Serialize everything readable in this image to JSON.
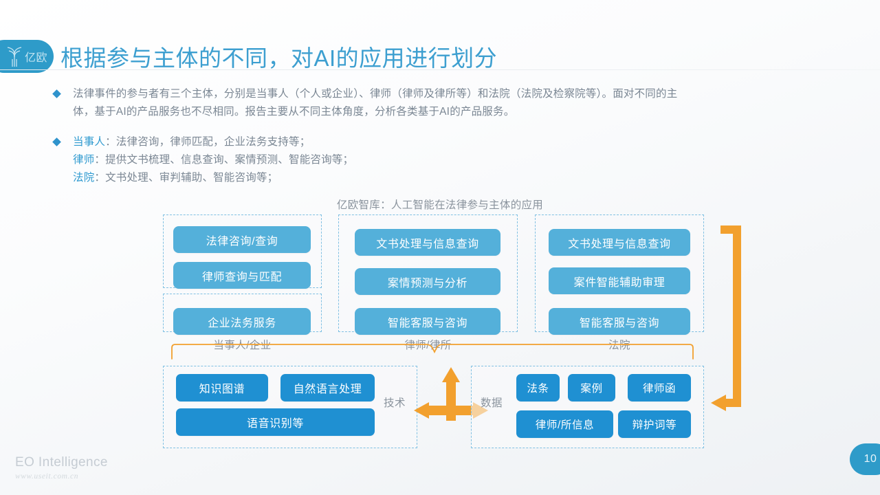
{
  "brand": {
    "logo_word": "亿欧",
    "logo_icon": "yiou-tree-logo-icon",
    "footer_title": "EO Intelligence",
    "footer_url": "www.useit.com.cn"
  },
  "header": {
    "title": "根据参与主体的不同，对AI的应用进行划分"
  },
  "page": {
    "number": "10"
  },
  "bullets": [
    {
      "icon": "diamond-bullet-icon",
      "line1": "法律事件的参与者有三个主体，分别是当事人（个人或企业）、律师（律师及律所等）和法院（法院及检察院等）。面对不同的主",
      "line2": "体，基于AI的产品服务也不尽相同。报告主要从不同主体角度，分析各类基于AI的产品服务。"
    },
    {
      "icon": "diamond-bullet-icon",
      "role1": "当事人",
      "text1": "：法律咨询，律师匹配，企业法务支持等；",
      "role2": "律师",
      "text2": "：提供文书梳理、信息查询、案情预测、智能咨询等；",
      "role3": "法院",
      "text3": "：文书处理、审判辅助、智能咨询等；"
    }
  ],
  "diagram": {
    "title": "亿欧智库：人工智能在法律参与主体的应用",
    "columns": [
      {
        "label": "当事人/企业",
        "groups": [
          {
            "items": [
              "法律咨询/查询",
              "律师查询与匹配"
            ]
          },
          {
            "items": [
              "企业法务服务"
            ]
          }
        ]
      },
      {
        "label": "律师/律所",
        "groups": [
          {
            "items": [
              "文书处理与信息查询",
              "案情预测与分析",
              "智能客服与咨询"
            ]
          }
        ]
      },
      {
        "label": "法院",
        "groups": [
          {
            "items": [
              "文书处理与信息查询",
              "案件智能辅助审理",
              "智能客服与咨询"
            ]
          }
        ]
      }
    ],
    "foundation": {
      "tech": {
        "label": "技术",
        "items": [
          "知识图谱",
          "自然语言处理",
          "语音识别等"
        ]
      },
      "data": {
        "label": "数据",
        "items": [
          "法条",
          "案例",
          "律师函",
          "律师/所信息",
          "辩护词等"
        ]
      }
    },
    "connectors": {
      "group_bracket": "group-bracket-icon",
      "t_arrow": "t-shaped-double-arrow-icon",
      "right_bracket": "right-feedback-bracket-arrow-icon"
    },
    "colors": {
      "accent_blue": "#2f9ad0",
      "pill_blue": "#54b0da",
      "pill_blue_deep": "#1f90d2",
      "dash_blue": "#7fc0e2",
      "orange": "#f2a02e",
      "text_gray": "#8a939d"
    }
  }
}
